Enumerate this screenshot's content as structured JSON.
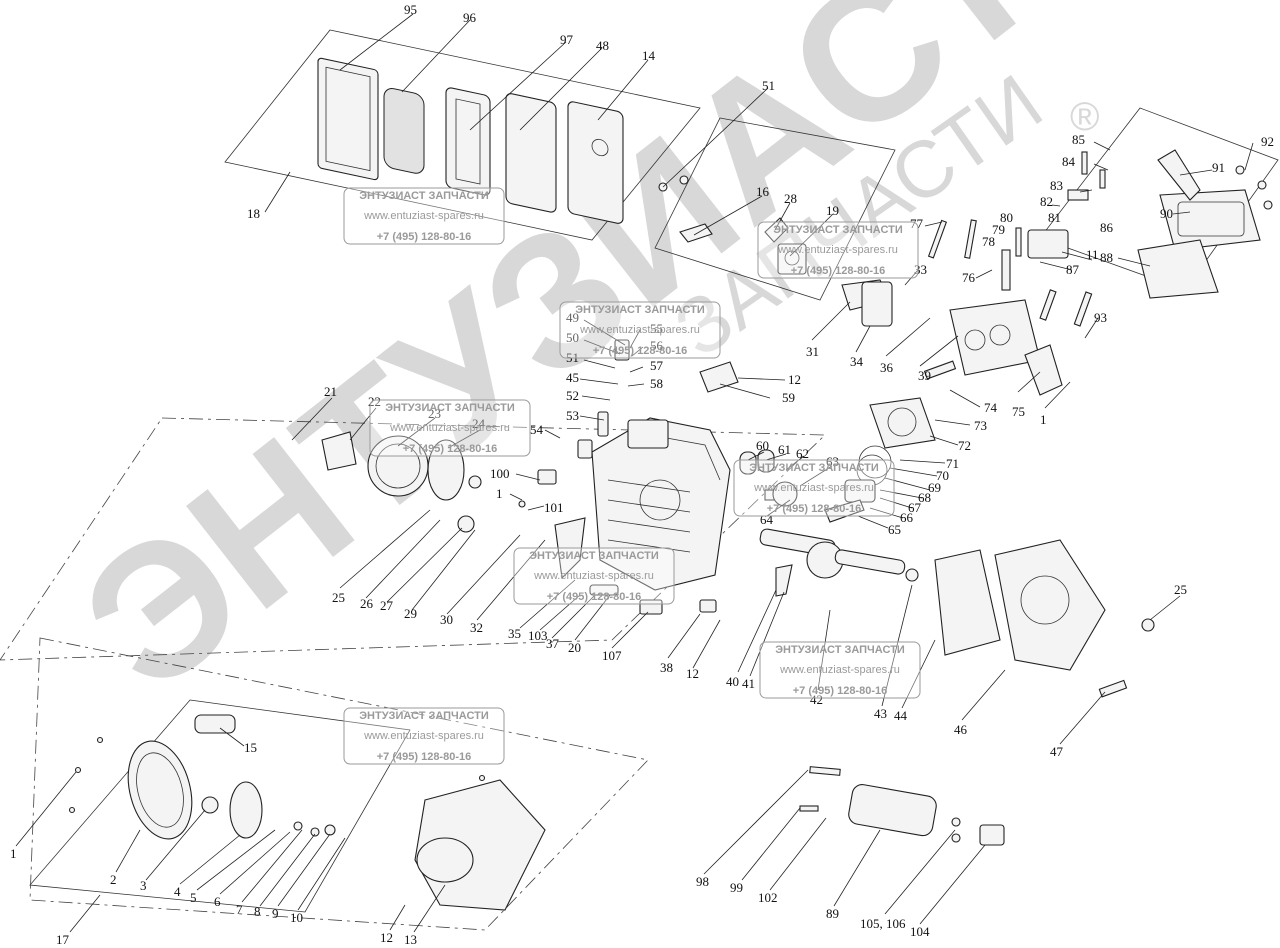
{
  "watermark": {
    "brand_big": "ЭНТУЗИАСТ",
    "brand_arc": "ЗАПЧАСТИ",
    "registered_mark": "®"
  },
  "stamp": {
    "title": "ЭНТУЗИАСТ ЗАПЧАСТИ",
    "url": "www.entuziast-spares.ru",
    "phone": "+7 (495) 128-80-16"
  },
  "callouts": [
    "95",
    "96",
    "97",
    "48",
    "14",
    "51",
    "18",
    "16",
    "28",
    "19",
    "77",
    "85",
    "84",
    "83",
    "82",
    "81",
    "80",
    "79",
    "78",
    "86",
    "11",
    "87",
    "76",
    "92",
    "91",
    "90",
    "88",
    "33",
    "31",
    "34",
    "36",
    "39",
    "93",
    "75",
    "74",
    "73",
    "1",
    "72",
    "71",
    "70",
    "69",
    "68",
    "67",
    "66",
    "65",
    "49",
    "55",
    "50",
    "56",
    "51",
    "57",
    "45",
    "58",
    "52",
    "12",
    "59",
    "53",
    "54",
    "21",
    "22",
    "23",
    "24",
    "100",
    "1",
    "101",
    "60",
    "61",
    "62",
    "63",
    "64",
    "25",
    "26",
    "27",
    "29",
    "30",
    "32",
    "35",
    "103",
    "37",
    "20",
    "107",
    "38",
    "12",
    "40",
    "41",
    "42",
    "43",
    "44",
    "46",
    "25",
    "47",
    "15",
    "1",
    "2",
    "3",
    "4",
    "5",
    "6",
    "7",
    "8",
    "9",
    "10",
    "17",
    "12",
    "13",
    "98",
    "99",
    "102",
    "89",
    "105, 106",
    "104"
  ]
}
